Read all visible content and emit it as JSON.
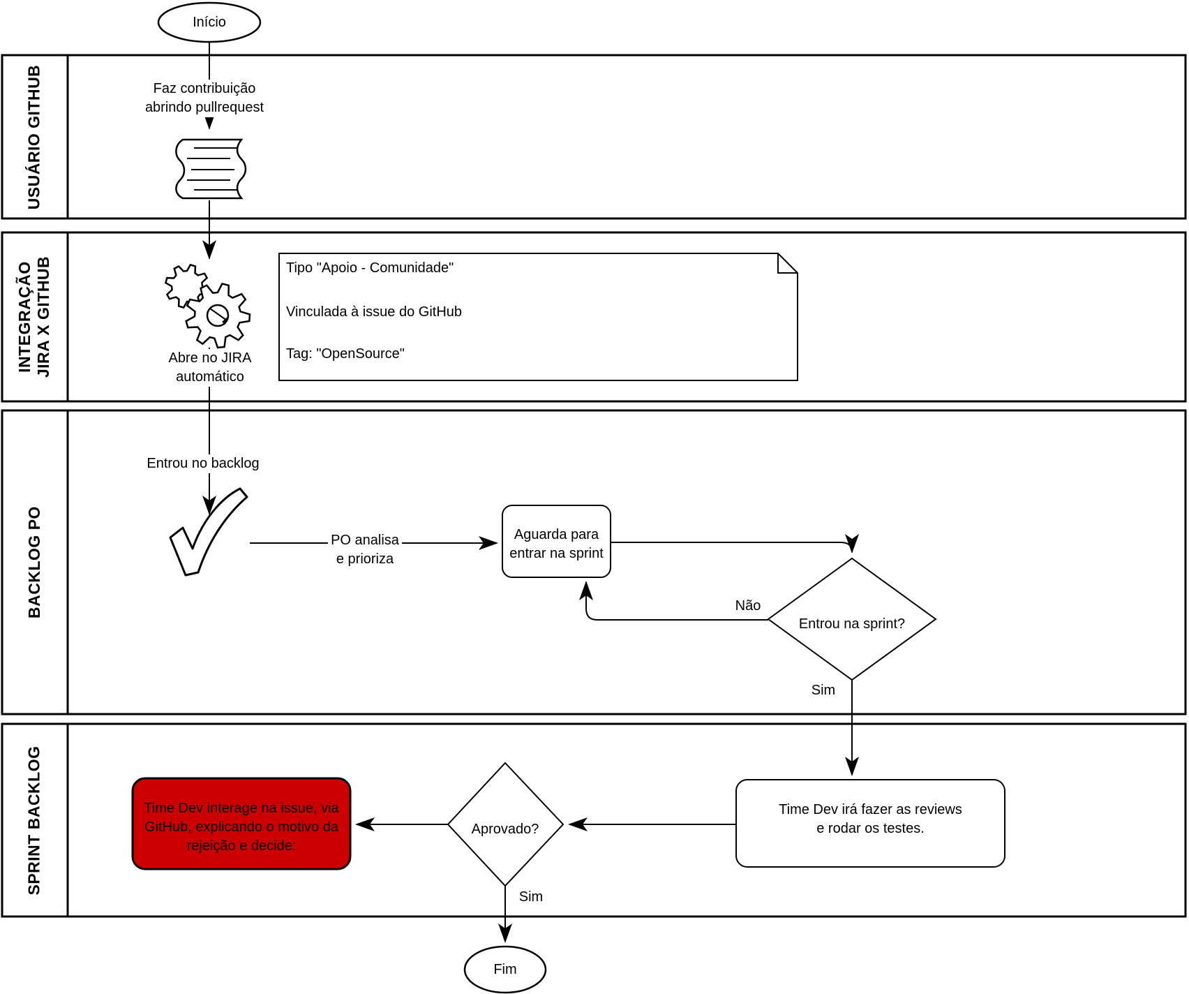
{
  "diagram": {
    "start": {
      "label": "Início"
    },
    "end": {
      "label": "Fim"
    },
    "lanes": [
      {
        "label_lines": [
          "USUÁRIO GITHUB"
        ]
      },
      {
        "label_lines": [
          "INTEGRAÇÃO",
          "JIRA X GITHUB"
        ]
      },
      {
        "label_lines": [
          "BACKLOG PO"
        ]
      },
      {
        "label_lines": [
          "SPRINT BACKLOG"
        ]
      }
    ],
    "nodes": {
      "contribution_lines": [
        "Faz contribuição",
        "abrindo pullrequest"
      ],
      "jira_lines": [
        "Abre no JIRA",
        "automático"
      ],
      "note_lines": [
        "Tipo \"Apoio - Comunidade\"",
        "Vinculada à issue do GitHub",
        "Tag: \"OpenSource\""
      ],
      "backlog_entered": "Entrou no backlog",
      "po_connector_lines": [
        "PO analisa",
        "e prioriza"
      ],
      "wait_lines": [
        "Aguarda para",
        "entrar na sprint"
      ],
      "sprint_decision": "Entrou na sprint?",
      "no_label": "Não",
      "yes_label_sprint": "Sim",
      "reviews_lines": [
        "Time Dev irá fazer as reviews",
        "e rodar os testes."
      ],
      "approved_decision": "Aprovado?",
      "yes_label_approved": "Sim",
      "reject_lines": [
        "Time Dev interage na issue, via",
        "GitHub, explicando o motivo da",
        "rejeição e decide:"
      ]
    },
    "icons": {
      "document_icon": "scroll-document",
      "gear_icon": "double-gears",
      "check_icon": "checkmark"
    },
    "colors": {
      "reject_fill": "#CC0000",
      "stroke": "#000000",
      "shape_fill": "#FFFFFF"
    }
  }
}
